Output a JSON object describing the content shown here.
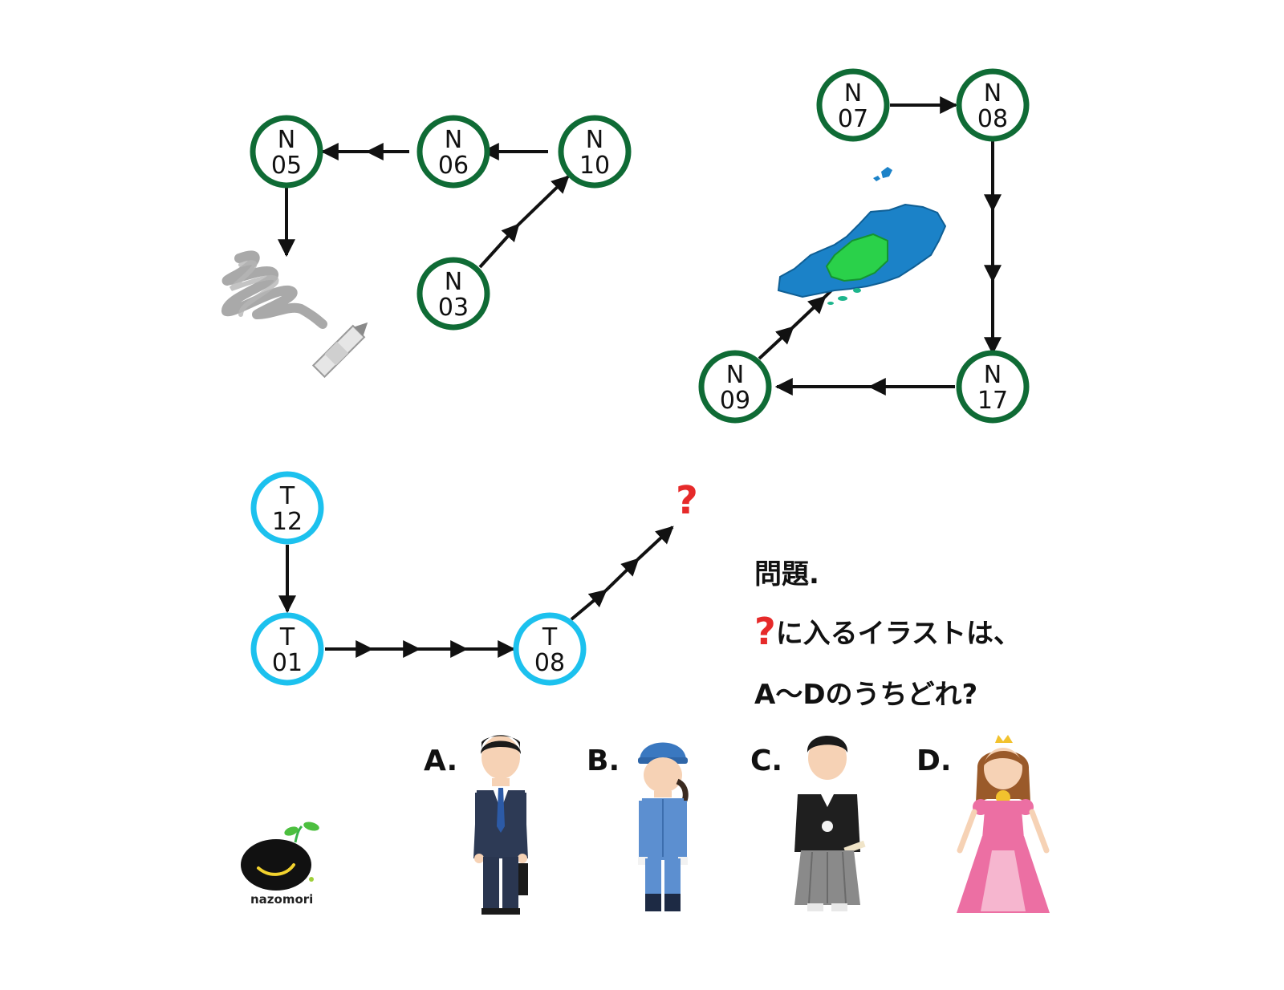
{
  "colors": {
    "namboku": "#0f6b35",
    "tozai": "#1cc1ee",
    "accent_red": "#e62a2a",
    "arrow": "#111111"
  },
  "stations": {
    "n05": {
      "line": "N",
      "num": "05"
    },
    "n06": {
      "line": "N",
      "num": "06"
    },
    "n10": {
      "line": "N",
      "num": "10"
    },
    "n03": {
      "line": "N",
      "num": "03"
    },
    "n07": {
      "line": "N",
      "num": "07"
    },
    "n08": {
      "line": "N",
      "num": "08"
    },
    "n09": {
      "line": "N",
      "num": "09"
    },
    "n17": {
      "line": "N",
      "num": "17"
    },
    "t12": {
      "line": "T",
      "num": "12"
    },
    "t01": {
      "line": "T",
      "num": "01"
    },
    "t08": {
      "line": "T",
      "num": "08"
    }
  },
  "illustrations": {
    "puzzle1": "crayon-scribble-icon",
    "puzzle2": "chugoku-region-map-icon"
  },
  "unknown_mark": "?",
  "problem": {
    "title": "問題.",
    "qmark": "?",
    "line1": "に入るイラストは、",
    "line2": "A〜Dのうちどれ?"
  },
  "options": [
    {
      "letter": "A.",
      "icon": "businessman-icon"
    },
    {
      "letter": "B.",
      "icon": "factory-worker-icon"
    },
    {
      "letter": "C.",
      "icon": "hakama-groom-icon"
    },
    {
      "letter": "D.",
      "icon": "princess-icon"
    }
  ],
  "logo": {
    "text": "nazomori"
  }
}
